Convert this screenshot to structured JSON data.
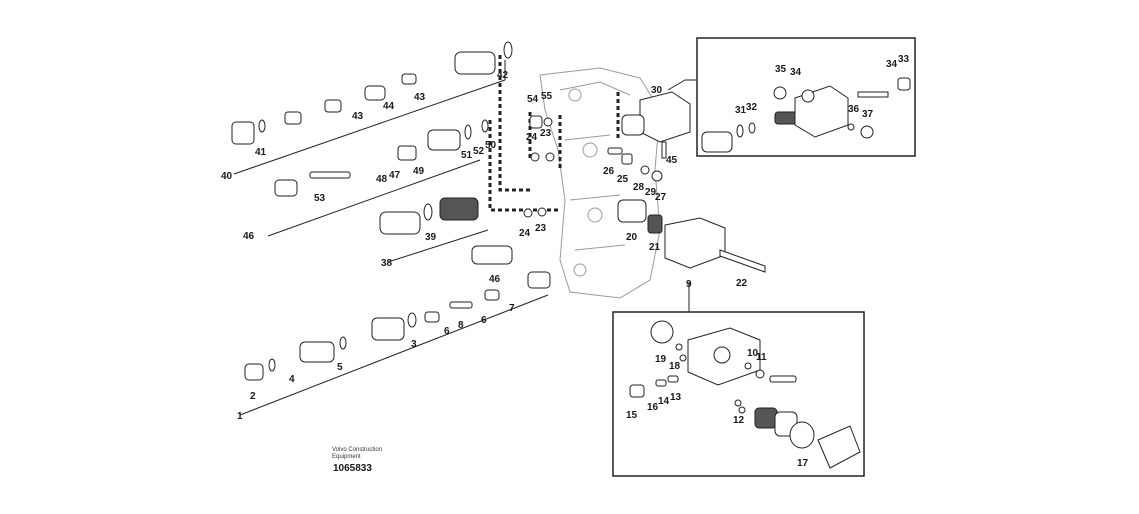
{
  "brand": {
    "line1": "Volvo Construction",
    "line2": "Equipment"
  },
  "drawing_number": "1065833",
  "callouts": {
    "c1": "1",
    "c2": "2",
    "c3": "3",
    "c4": "4",
    "c5": "5",
    "c6a": "6",
    "c6b": "6",
    "c7": "7",
    "c8": "8",
    "c9": "9",
    "c10": "10",
    "c11": "11",
    "c12": "12",
    "c13": "13",
    "c14": "14",
    "c15": "15",
    "c16": "16",
    "c17": "17",
    "c18": "18",
    "c19": "19",
    "c20": "20",
    "c21": "21",
    "c22": "22",
    "c23a": "23",
    "c23b": "23",
    "c24a": "24",
    "c24b": "24",
    "c25": "25",
    "c26": "26",
    "c27": "27",
    "c28": "28",
    "c29": "29",
    "c30": "30",
    "c31": "31",
    "c32": "32",
    "c33": "33",
    "c34a": "34",
    "c34b": "34",
    "c35": "35",
    "c36": "36",
    "c37": "37",
    "c38": "38",
    "c39": "39",
    "c40": "40",
    "c41": "41",
    "c42": "42",
    "c43a": "43",
    "c43b": "43",
    "c44": "44",
    "c45": "45",
    "c46a": "46",
    "c46b": "46",
    "c47": "47",
    "c48": "48",
    "c49": "49",
    "c50": "50",
    "c51": "51",
    "c52": "52",
    "c53": "53",
    "c54": "54",
    "c55": "55"
  }
}
